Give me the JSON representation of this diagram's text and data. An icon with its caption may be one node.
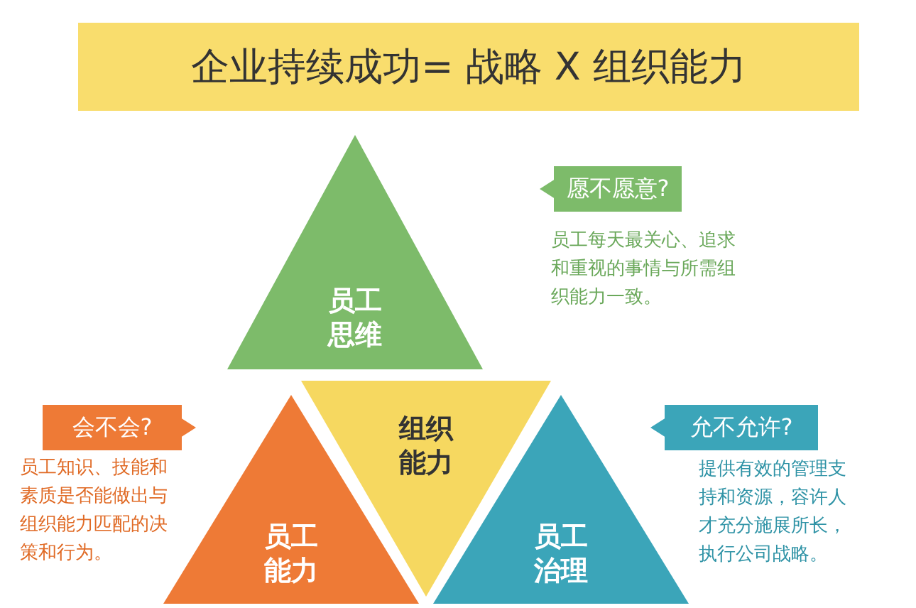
{
  "diagram": {
    "title": "企业持续成功= 战略 X 组织能力",
    "nodes": [
      {
        "text": [
          "员工思维"
        ]
      },
      {
        "text": [
          "愿不愿意?"
        ],
        "beside": [
          "员工每天最关心、追求和重视的事情与所需组织能力一致。"
        ]
      },
      {
        "text": [
          "会不会?"
        ],
        "beside": [
          "员工知识、技能和素质是否能做出与组织能力匹配的决策和行为。"
        ]
      },
      {
        "text": [
          "员工能力"
        ]
      },
      {
        "text": [
          "组织能力"
        ]
      },
      {
        "text": [
          "员工治理"
        ]
      },
      {
        "text": [
          "允不允许?"
        ],
        "beside": [
          "提供有效的管理支持和资源，容许人才充分施展所长，执行公司战略。"
        ]
      }
    ],
    "edges": []
  }
}
